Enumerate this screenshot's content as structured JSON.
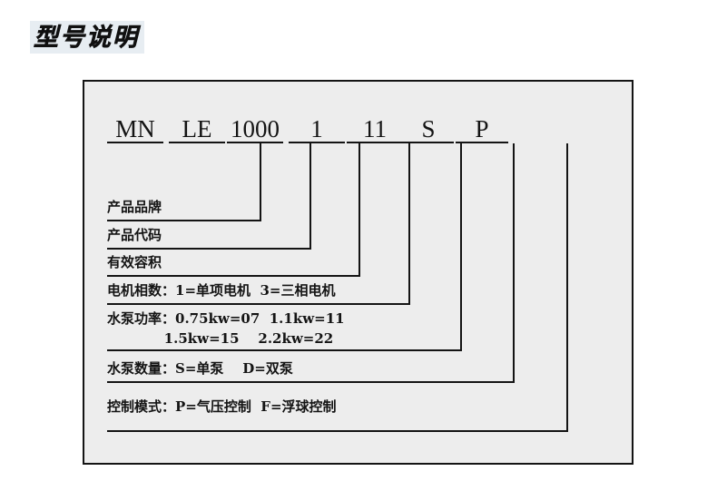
{
  "page": {
    "title": "型号说明",
    "background_color": "#ffffff",
    "title_highlight_color": "#e7edf2",
    "box_fill_color": "#ededed",
    "line_color": "#141414"
  },
  "model_code": {
    "segments": [
      {
        "text": "MN",
        "meaning_row": 0
      },
      {
        "text": "LE",
        "meaning_row": 1
      },
      {
        "text": "1000",
        "meaning_row": 2
      },
      {
        "text": "1",
        "meaning_row": 3
      },
      {
        "text": "11",
        "meaning_row": 4
      },
      {
        "text": "S",
        "meaning_row": 5
      },
      {
        "text": "P",
        "meaning_row": 6
      }
    ]
  },
  "legend": {
    "rows": [
      {
        "line1": "产品品牌",
        "line2": ""
      },
      {
        "line1": "产品代码",
        "line2": ""
      },
      {
        "line1": "有效容积",
        "line2": ""
      },
      {
        "line1": "电机相数：1=单项电机  3=三相电机",
        "line2": ""
      },
      {
        "line1": "水泵功率：0.75kw=07  1.1kw=11",
        "line2": "            1.5kw=15    2.2kw=22"
      },
      {
        "line1": "水泵数量：S=单泵    D=双泵",
        "line2": ""
      },
      {
        "line1": "控制模式：P=气压控制  F=浮球控制",
        "line2": ""
      }
    ]
  }
}
